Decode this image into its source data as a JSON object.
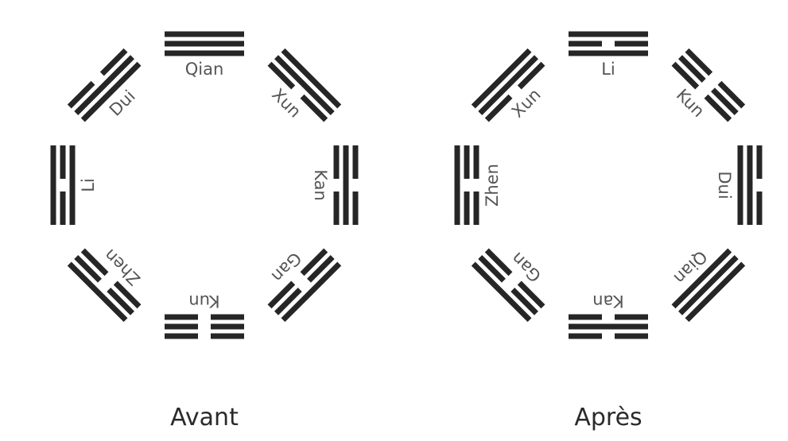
{
  "colors": {
    "line": "#262626",
    "label": "#555555",
    "caption": "#2a2a2a"
  },
  "diagrams": [
    {
      "caption": "Avant",
      "trigrams": [
        {
          "slot": "top",
          "name": "Qian",
          "lines": [
            "solid",
            "solid",
            "solid"
          ]
        },
        {
          "slot": "top-right",
          "name": "Xun",
          "lines": [
            "broken",
            "solid",
            "solid"
          ]
        },
        {
          "slot": "right",
          "name": "Kan",
          "lines": [
            "broken",
            "solid",
            "broken"
          ]
        },
        {
          "slot": "bottom-right",
          "name": "Gan",
          "lines": [
            "broken",
            "broken",
            "solid"
          ]
        },
        {
          "slot": "bottom",
          "name": "Kun",
          "lines": [
            "broken",
            "broken",
            "broken"
          ]
        },
        {
          "slot": "bottom-left",
          "name": "Zhen",
          "lines": [
            "broken",
            "broken",
            "solid"
          ]
        },
        {
          "slot": "left",
          "name": "Li",
          "lines": [
            "solid",
            "broken",
            "solid"
          ]
        },
        {
          "slot": "top-left",
          "name": "Dui",
          "lines": [
            "solid",
            "solid",
            "broken"
          ]
        }
      ]
    },
    {
      "caption": "Après",
      "trigrams": [
        {
          "slot": "top",
          "name": "Li",
          "lines": [
            "solid",
            "broken",
            "solid"
          ]
        },
        {
          "slot": "top-right",
          "name": "Kun",
          "lines": [
            "broken",
            "broken",
            "broken"
          ]
        },
        {
          "slot": "right",
          "name": "Dui",
          "lines": [
            "solid",
            "solid",
            "broken"
          ]
        },
        {
          "slot": "bottom-right",
          "name": "Qian",
          "lines": [
            "solid",
            "solid",
            "solid"
          ]
        },
        {
          "slot": "bottom",
          "name": "Kan",
          "lines": [
            "broken",
            "solid",
            "broken"
          ]
        },
        {
          "slot": "bottom-left",
          "name": "Gan",
          "lines": [
            "broken",
            "broken",
            "solid"
          ]
        },
        {
          "slot": "left",
          "name": "Zhen",
          "lines": [
            "broken",
            "broken",
            "solid"
          ]
        },
        {
          "slot": "top-left",
          "name": "Xun",
          "lines": [
            "broken",
            "solid",
            "solid"
          ]
        }
      ]
    }
  ]
}
